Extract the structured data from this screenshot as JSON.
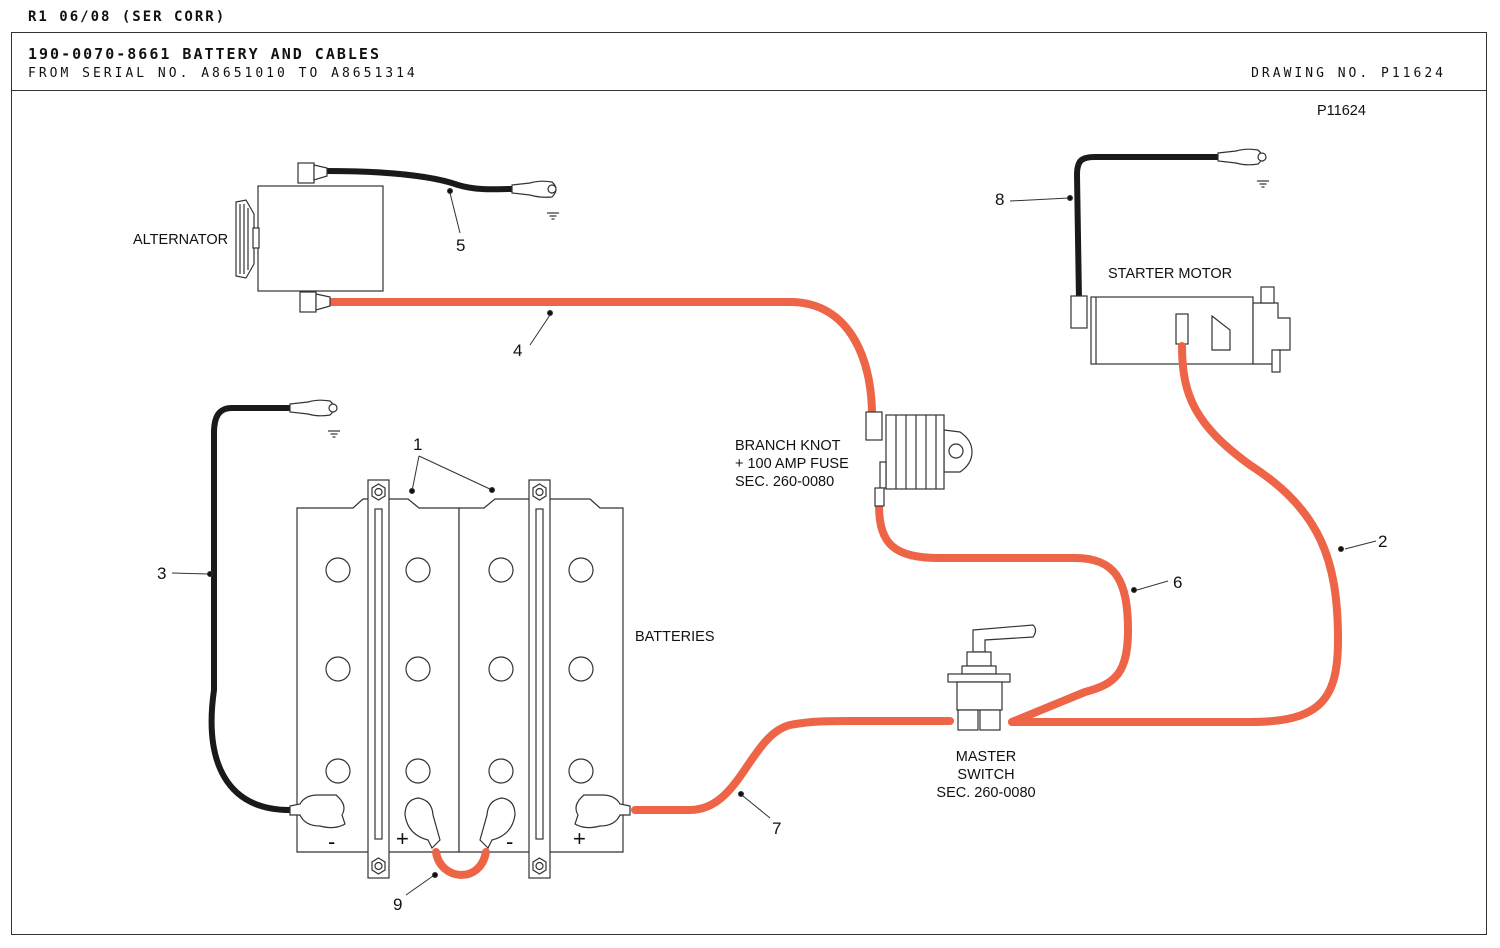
{
  "header": {
    "revision": "R1 06/08 (SER CORR)",
    "title": "190-0070-8661 BATTERY AND CABLES",
    "subtitle": "FROM SERIAL NO. A8651010 TO A8651314",
    "drawing_no": "DRAWING NO. P11624",
    "figure_id": "P11624"
  },
  "labels": {
    "alternator": "ALTERNATOR",
    "starter_motor": "STARTER MOTOR",
    "batteries": "BATTERIES",
    "branch_knot": [
      "BRANCH KNOT",
      "+ 100 AMP FUSE",
      "SEC. 260-0080"
    ],
    "master_switch": [
      "MASTER",
      "SWITCH",
      "SEC. 260-0080"
    ]
  },
  "callouts": [
    "1",
    "2",
    "3",
    "4",
    "5",
    "6",
    "7",
    "8",
    "9"
  ],
  "terminal_signs": [
    "-",
    "+",
    "-",
    "+"
  ],
  "colors": {
    "positive_cable": "#ee6446",
    "ground_cable": "#1a1a1a",
    "line": "#333333"
  }
}
